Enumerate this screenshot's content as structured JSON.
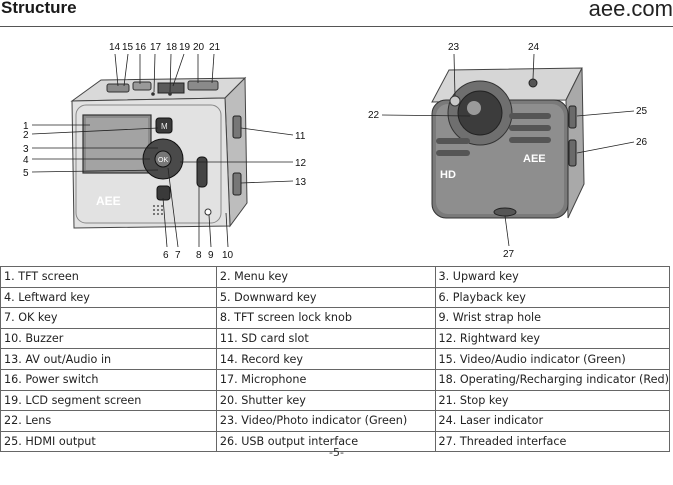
{
  "header": {
    "title": "Structure",
    "brand": "aee.com"
  },
  "figure_left": {
    "callouts": [
      "1",
      "2",
      "3",
      "4",
      "5",
      "6",
      "7",
      "8",
      "9",
      "10",
      "11",
      "12",
      "13",
      "14",
      "15",
      "16",
      "17",
      "18",
      "19",
      "20",
      "21"
    ],
    "logo": "AEE"
  },
  "figure_right": {
    "callouts": [
      "22",
      "23",
      "24",
      "25",
      "26",
      "27"
    ],
    "badge_hd": "HD",
    "logo": "AEE"
  },
  "legend": {
    "rows": [
      [
        "1. TFT screen",
        "2. Menu key",
        "3. Upward key"
      ],
      [
        "4. Leftward key",
        "5. Downward key",
        "6. Playback key"
      ],
      [
        "7. OK key",
        "8. TFT screen lock knob",
        "9. Wrist strap hole"
      ],
      [
        "10. Buzzer",
        "11. SD card slot",
        "12. Rightward key"
      ],
      [
        "13. AV out/Audio in",
        "14. Record key",
        "15. Video/Audio indicator (Green)"
      ],
      [
        "16. Power switch",
        "17. Microphone",
        "18. Operating/Recharging indicator (Red)"
      ],
      [
        "19. LCD segment screen",
        "20. Shutter key",
        "21. Stop key"
      ],
      [
        "22. Lens",
        "23. Video/Photo indicator (Green)",
        "24. Laser indicator"
      ],
      [
        "25. HDMI output",
        "26. USB output interface",
        "27. Threaded interface"
      ]
    ]
  },
  "footer": {
    "page": "-5-"
  }
}
